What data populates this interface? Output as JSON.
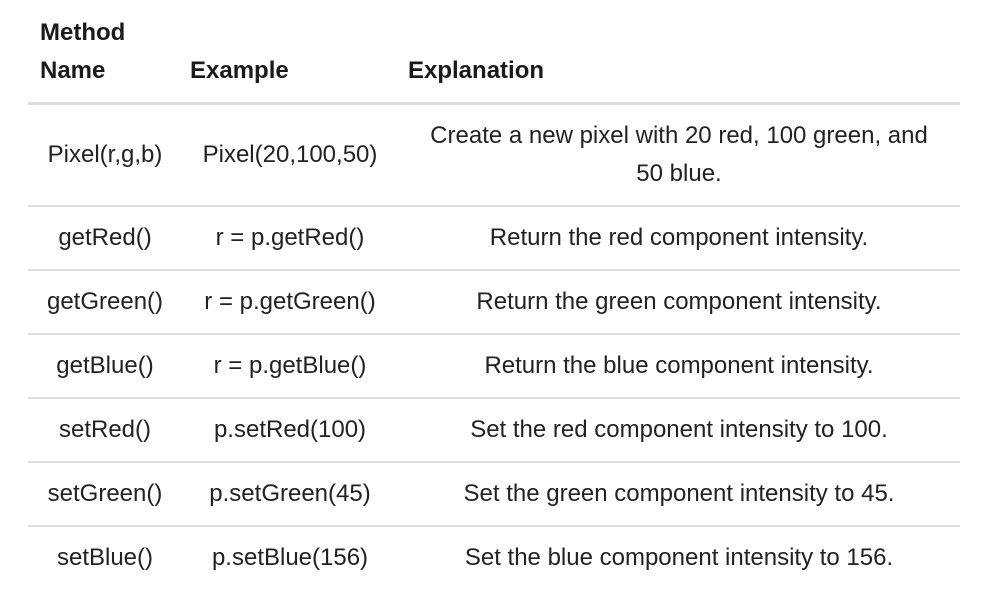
{
  "table": {
    "headers": [
      "Method\nName",
      "Example",
      "Explanation"
    ],
    "header_method_line1": "Method",
    "header_method_line2": "Name",
    "header_example": "Example",
    "header_explanation": "Explanation",
    "rows": [
      {
        "method": "Pixel(r,g,b)",
        "example": "Pixel(20,100,50)",
        "explanation": "Create a new pixel with 20 red, 100 green, and 50 blue."
      },
      {
        "method": "getRed()",
        "example": "r = p.getRed()",
        "explanation": "Return the red component intensity."
      },
      {
        "method": "getGreen()",
        "example": "r = p.getGreen()",
        "explanation": "Return the green component intensity."
      },
      {
        "method": "getBlue()",
        "example": "r = p.getBlue()",
        "explanation": "Return the blue component intensity."
      },
      {
        "method": "setRed()",
        "example": "p.setRed(100)",
        "explanation": "Set the red component intensity to 100."
      },
      {
        "method": "setGreen()",
        "example": "p.setGreen(45)",
        "explanation": "Set the green component intensity to 45."
      },
      {
        "method": "setBlue()",
        "example": "p.setBlue(156)",
        "explanation": "Set the blue component intensity to 156."
      }
    ]
  }
}
